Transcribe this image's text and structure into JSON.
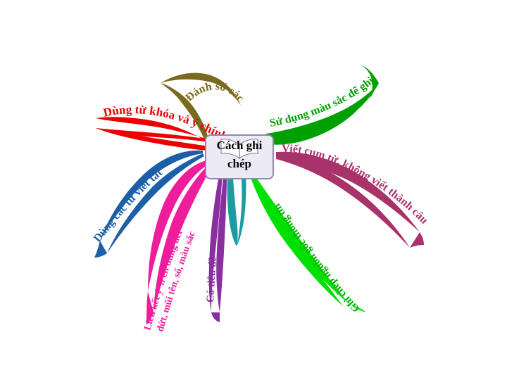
{
  "diagram": {
    "type": "mind-map",
    "title": "Cách ghi chép",
    "center": {
      "label_line1": "Cách ghi",
      "label_line2": "chép",
      "icon": "open-book-icon",
      "box_fill": "#eceaf4",
      "box_border": "#8f88b8"
    },
    "background": "#ffffff",
    "branches": [
      {
        "id": "danh-so-cac-y",
        "label": "Đánh số các ý",
        "color": "#7a6a1e",
        "angle_deg": -38,
        "position": "upper-left-top"
      },
      {
        "id": "dung-tu-khoa",
        "label": "Dùng từ khóa và ý chính",
        "color": "#ee0000",
        "angle_deg": -17,
        "position": "upper-left"
      },
      {
        "id": "dung-cac-tu-viet-tat",
        "label": "Dùng các từ viết tắt",
        "color": "#1c5fa8",
        "angle_deg": 32,
        "position": "left"
      },
      {
        "id": "lien-ket-y",
        "label": "Liên kết ý  n ến dùng nét",
        "label2": "đứt, mũi tên, số, màu sắc",
        "color": "#ee1d9c",
        "angle_deg": 70,
        "position": "lower-left"
      },
      {
        "id": "co-tieu-de",
        "label": "Có tiêu đề",
        "color": "#8a2fa0",
        "angle_deg": 90,
        "position": "bottom-left"
      },
      {
        "id": "ghi-chep-nguon-goc",
        "label": "Ghi chép nguồn gốc thông tin",
        "color": "#00e000",
        "angle_deg": 65,
        "position": "bottom-right"
      },
      {
        "id": "viet-cum-tu",
        "label": "Viết cụm từ, không viết thành câu",
        "color": "#a8326a",
        "angle_deg": 20,
        "position": "right"
      },
      {
        "id": "su-dung-mau-sac",
        "label": "Sử dụng màu sắc để ghi",
        "color": "#00a000",
        "angle_deg": -25,
        "position": "upper-right"
      },
      {
        "id": "teal-stub",
        "label": "",
        "color": "#1a9ca0",
        "angle_deg": 85,
        "position": "center-bottom"
      }
    ]
  }
}
